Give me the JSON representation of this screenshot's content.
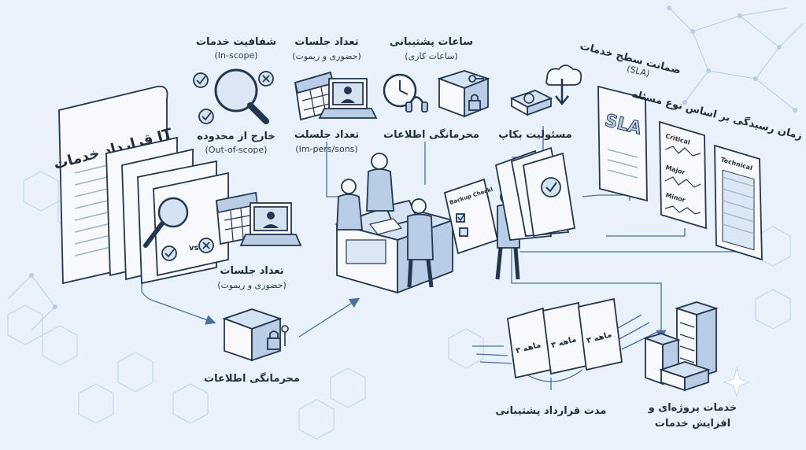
{
  "labels": {
    "transparency": "شفافیت خدمات",
    "in_scope": "(In-scope)",
    "out_scope_fa": "خارج از محدوده",
    "out_scope_en": "(Out-of-scope)",
    "sessions_top": "تعداد جلسات",
    "sessions_top_sub": "(حضوری و ریموت)",
    "sessions_mid": "تعداد جلسلت",
    "sessions_mid_sub": "(Im-pers/sons)",
    "support_hours": "ساعات پشتیبانی",
    "support_hours_sub": "(ساعات کاری)",
    "confidentiality_top": "محرمانگی اطلاعات",
    "backup": "مسئولیت بکاپ",
    "sla_title": "ضمانت سطح خدمات",
    "sla_sub": "(SLA)",
    "response_time": "زمان رسیدگی بر اساس نوع مسئله",
    "contract_doc": "قرارداد خدمات IT",
    "sessions_bottom": "تعداد جلسات",
    "sessions_bottom_sub": "(حضوری و ریموت)",
    "confidentiality_bottom": "محرمانگی اطلاعات",
    "contract_duration": "مدت قرارداد پشتیبانی",
    "projects_line1": "خدمات پروژه‌ای و",
    "projects_line2": "افزایش خدمات"
  },
  "doc_text": {
    "sla_big": "SLA",
    "critical": "Critical",
    "major": "Major",
    "minor": "Minor",
    "technical": "Technical",
    "vs": "vs.",
    "backup_checklist": "Backup Checkl",
    "months_1": "۳ ماهه",
    "months_2": "۳ ماهه",
    "months_3": "۳ ماهه"
  },
  "colors": {
    "background": "#e9f1fa",
    "ink": "#24364d",
    "accent_blue": "#b9cde6",
    "paper": "#f7f9fc"
  }
}
